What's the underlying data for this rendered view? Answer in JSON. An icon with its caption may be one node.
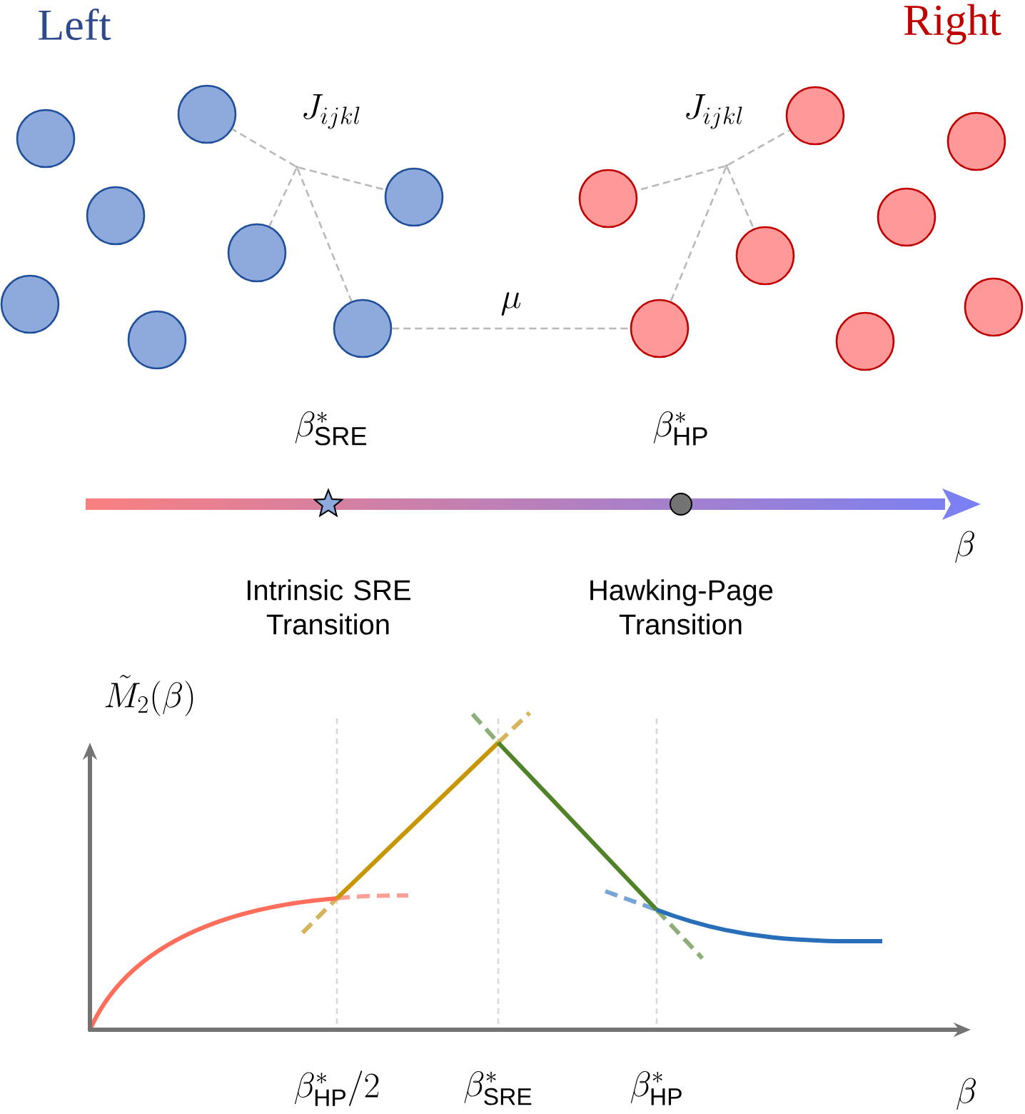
{
  "diagram": {
    "nodes": [
      {
        "text": [],
        "shape": "circle"
      },
      {
        "text": [],
        "shape": "circle"
      },
      {
        "text": [],
        "shape": "circle"
      },
      {
        "text": [],
        "shape": "circle"
      },
      {
        "text": [],
        "shape": "circle"
      },
      {
        "text": [],
        "shape": "circle"
      },
      {
        "text": [],
        "shape": "circle"
      },
      {
        "text": [],
        "shape": "circle"
      },
      {
        "text": [],
        "shape": "point"
      },
      {
        "text": [],
        "shape": "circle"
      },
      {
        "text": [],
        "shape": "circle"
      },
      {
        "text": [],
        "shape": "circle"
      },
      {
        "text": [],
        "shape": "circle"
      },
      {
        "text": [],
        "shape": "circle"
      },
      {
        "text": [],
        "shape": "circle"
      },
      {
        "text": [],
        "shape": "circle"
      },
      {
        "text": [],
        "shape": "circle"
      },
      {
        "text": [],
        "shape": "point"
      }
    ],
    "edges": [
      {
        "from": 8,
        "to": 2,
        "arrow": "none",
        "style": "dashed"
      },
      {
        "from": 8,
        "to": 6,
        "arrow": "none",
        "style": "dashed"
      },
      {
        "from": 8,
        "to": 5,
        "arrow": "none",
        "style": "dashed"
      },
      {
        "from": 8,
        "to": 7,
        "arrow": "none",
        "style": "dashed"
      },
      {
        "from": 7,
        "to": 15,
        "arrow": "none",
        "style": "dashed",
        "label": "\\mu"
      },
      {
        "from": 17,
        "to": 9,
        "arrow": "none",
        "style": "dashed"
      },
      {
        "from": 17,
        "to": 11,
        "arrow": "none",
        "style": "dashed"
      },
      {
        "from": 17,
        "to": 13,
        "arrow": "none",
        "style": "dashed"
      },
      {
        "from": 17,
        "to": 15,
        "arrow": "none",
        "style": "dashed"
      }
    ],
    "labels": [
      "Left",
      "Right",
      "J_{ijkl}",
      "J_{ijkl}",
      "\\beta^*_{\\mathrm{SRE}}",
      "\\beta^*_{\\mathrm{HP}}",
      "\\beta",
      "Intrinsic SRE Transition",
      "Hawking-Page Transition",
      "\\tilde{M}_2(\\beta)",
      "\\beta^*_{\\mathrm{HP}}/2",
      "\\beta^*_{\\mathrm{SRE}}",
      "\\beta^*_{\\mathrm{HP}}",
      "\\beta"
    ]
  }
}
